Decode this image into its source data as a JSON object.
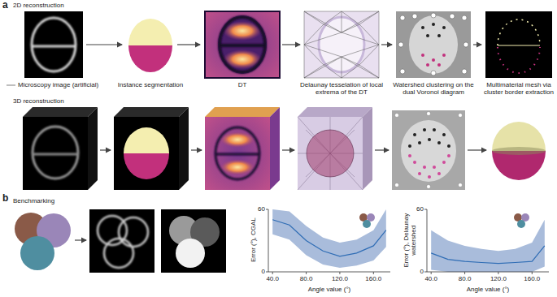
{
  "diagram": {
    "labels": [
      "a",
      "2D reconstruction",
      "Microscopy image (artificial)",
      "Instance segmentation",
      "DT",
      "Delaunay tesselation of local extrema of the DT",
      "Watershed clustering on the dual Voronoi diagram",
      "Multimaterial mesh via cluster border extraction",
      "3D reconstruction",
      "b",
      "Benchmarking",
      "60",
      "0",
      "Error (°), CGAL",
      "40.0",
      "80.0",
      "120.0",
      "160.0",
      "Angle value (°)",
      "60",
      "0",
      "Error (°), Delaunay watershed",
      "40.0",
      "80.0",
      "120.0",
      "160.0",
      "Angle value (°)"
    ]
  }
}
